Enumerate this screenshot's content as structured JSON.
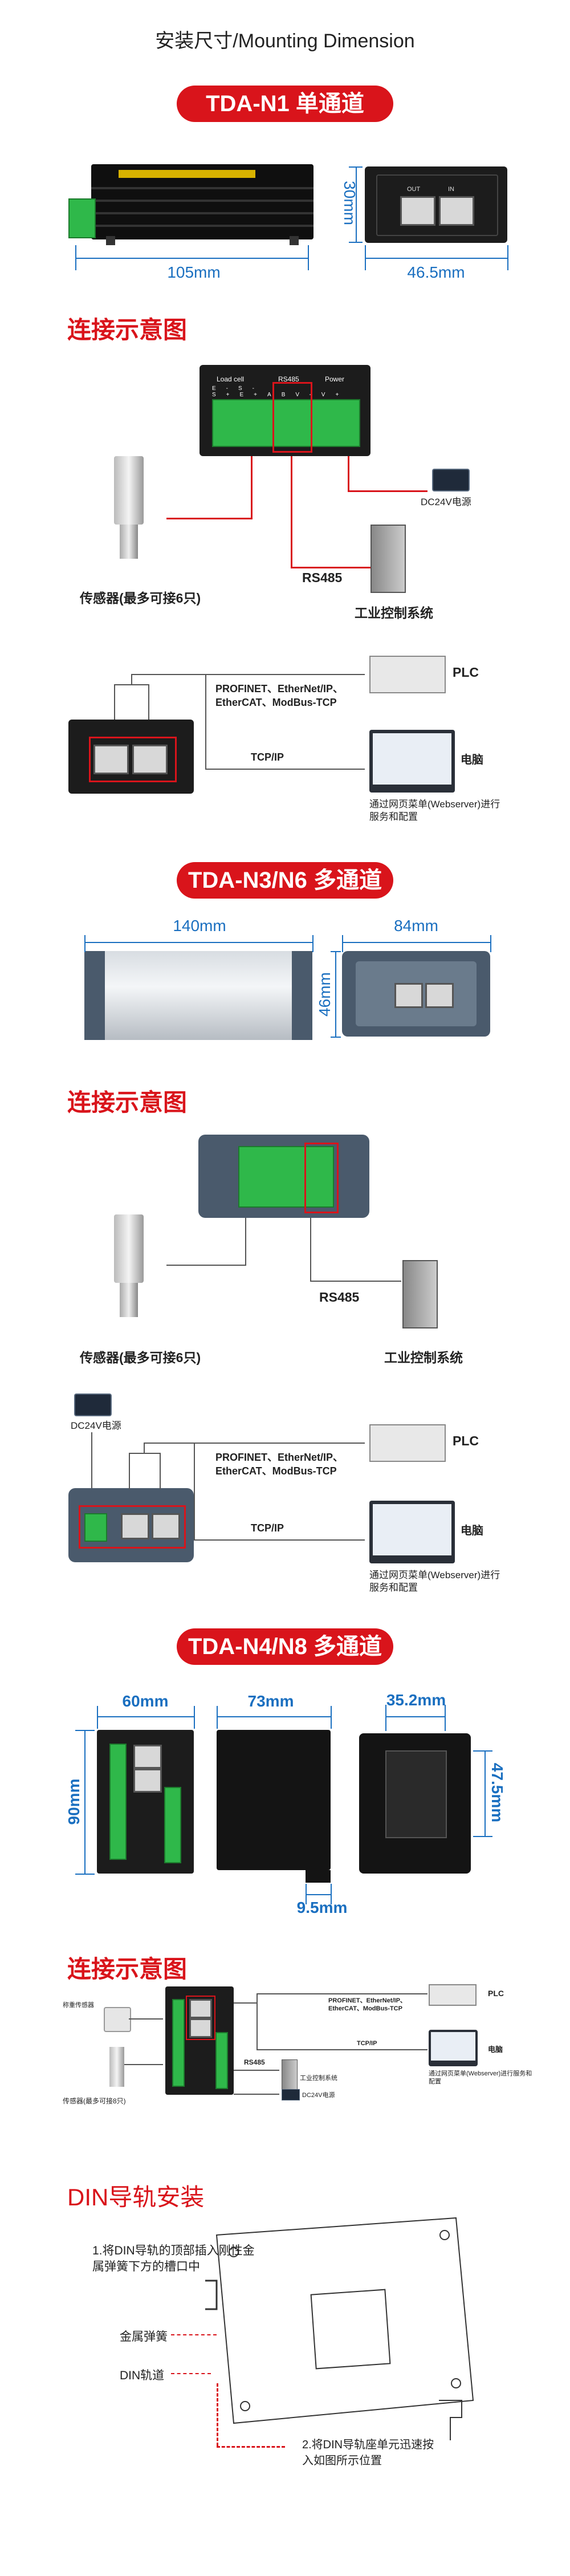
{
  "page_title": "安装尺寸/Mounting Dimension",
  "n1": {
    "badge": "TDA-N1 单通道",
    "width": "105mm",
    "height": "30mm",
    "depth": "46.5mm",
    "port_labels": [
      "OUT",
      "IN"
    ],
    "terminal_header": [
      "Load cell",
      "RS485",
      "Power"
    ],
    "terminal_pins": [
      "E-",
      "S-",
      "S+",
      "E+",
      "A",
      "B",
      "24V-",
      "24V+"
    ]
  },
  "conn1": {
    "title": "连接示意图",
    "sensor_label": "传感器(最多可接6只)",
    "rs485_label": "RS485",
    "dc_label": "DC24V电源",
    "ics_label": "工业控制系统",
    "protocols": "PROFINET、EtherNet/IP、EtherCAT、ModBus-TCP",
    "tcpip": "TCP/IP",
    "plc": "PLC",
    "pc": "电脑",
    "web": "通过网页菜单(Webserver)进行服务和配置"
  },
  "n3": {
    "badge": "TDA-N3/N6 多通道",
    "width": "140mm",
    "depth": "84mm",
    "height": "46mm"
  },
  "conn2": {
    "title": "连接示意图",
    "sensor_label": "传感器(最多可接6只)",
    "rs485_label": "RS485",
    "ics_label": "工业控制系统",
    "dc_label": "DC24V电源",
    "protocols": "PROFINET、EtherNet/IP、EtherCAT、ModBus-TCP",
    "tcpip": "TCP/IP",
    "plc": "PLC",
    "pc": "电脑",
    "web": "通过网页菜单(Webserver)进行服务和配置"
  },
  "n4": {
    "badge": "TDA-N4/N8 多通道",
    "front_width": "60mm",
    "height": "90mm",
    "side_width": "73mm",
    "rail_gap": "9.5mm",
    "back_width": "35.2mm",
    "back_height": "47.5mm"
  },
  "conn3": {
    "title": "连接示意图",
    "weather": "称重传感器",
    "sensor_label": "传感器(最多可接8只)",
    "rs485": "RS485",
    "ics": "工业控制系统",
    "dc": "DC24V电源",
    "protocols": "PROFINET、EtherNet/IP、EtherCAT、ModBus-TCP",
    "tcpip": "TCP/IP",
    "plc": "PLC",
    "pc": "电脑",
    "web": "通过网页菜单(Webserver)进行服务和配置"
  },
  "din": {
    "title": "DIN导轨安装",
    "step1": "1.将DIN导轨的顶部插入刚性金属弹簧下方的槽口中",
    "spring": "金属弹簧",
    "rail": "DIN轨道",
    "step2": "2.将DIN导轨座单元迅速按入如图所示位置"
  },
  "colors": {
    "accent": "#d9141b",
    "dimension": "#1a6fc0"
  }
}
